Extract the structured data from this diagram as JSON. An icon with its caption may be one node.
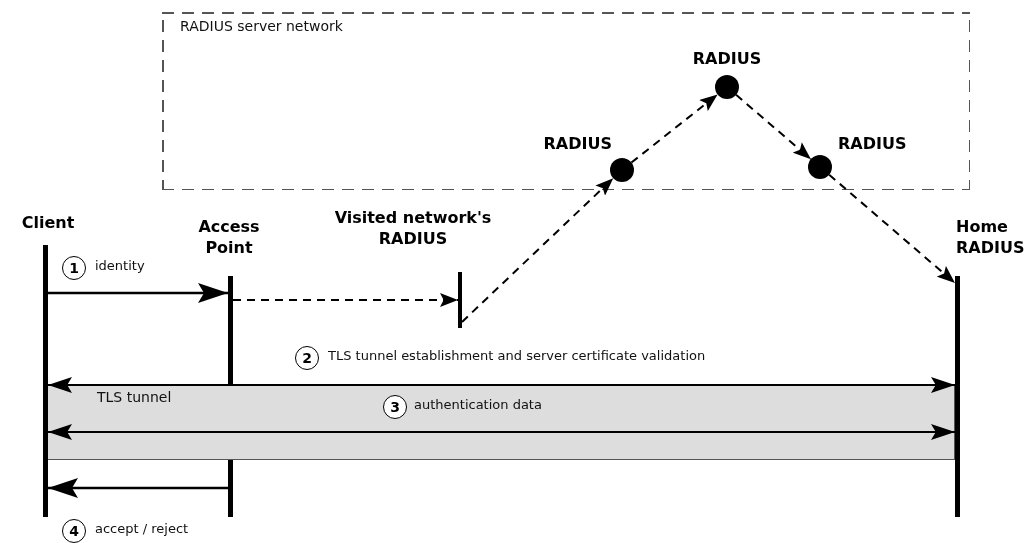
{
  "diagram": {
    "nodes": [
      {
        "text": [
          "RADIUS server network"
        ]
      },
      {
        "text": [],
        "shape": "circle",
        "beside": [
          "RADIUS"
        ],
        "in": 0
      },
      {
        "text": [],
        "shape": "circle",
        "beside": [
          "RADIUS"
        ],
        "in": 0
      },
      {
        "text": [],
        "shape": "circle",
        "beside": [
          "RADIUS"
        ],
        "in": 0
      },
      {
        "text": [
          "Client"
        ]
      },
      {
        "text": [
          "Access Point"
        ]
      },
      {
        "text": [
          "Visited network's RADIUS"
        ]
      },
      {
        "text": [
          "Home RADIUS"
        ]
      }
    ],
    "edges": [
      {
        "from": 4,
        "to": 5,
        "arrow": "to",
        "label": "identity"
      },
      {
        "from": 5,
        "to": 6,
        "arrow": "to",
        "style": "dashed"
      },
      {
        "from": 6,
        "to": 1,
        "arrow": "to",
        "style": "dashed"
      },
      {
        "from": 1,
        "to": 2,
        "arrow": "to",
        "style": "dashed"
      },
      {
        "from": 2,
        "to": 3,
        "arrow": "to",
        "style": "dashed"
      },
      {
        "from": 3,
        "to": 7,
        "arrow": "to",
        "style": "dashed"
      },
      {
        "from": 4,
        "to": 7,
        "arrow": "both",
        "label": "TLS tunnel establishment and server certificate validation"
      },
      {
        "from": 4,
        "to": 7,
        "arrow": "both",
        "label": "authentication data"
      },
      {
        "from": 5,
        "to": 4,
        "arrow": "to",
        "label": "accept / reject"
      }
    ],
    "labels": [
      "1",
      "2",
      "TLS tunnel",
      "3",
      "4"
    ]
  }
}
